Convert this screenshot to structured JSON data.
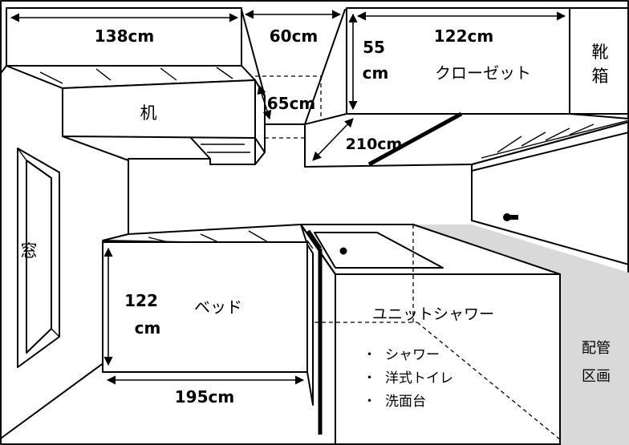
{
  "dimensions": {
    "shelf_width": "138cm",
    "upper_width": "60cm",
    "depth_65": "65cm",
    "closet_depth_num": "55",
    "closet_depth_unit": "cm",
    "closet_width": "122cm",
    "diagonal": "210cm",
    "bed_width_num": "122",
    "bed_width_unit": "cm",
    "bed_length": "195cm"
  },
  "labels": {
    "desk": "机",
    "closet": "クローゼット",
    "shoe_box_1": "靴",
    "shoe_box_2": "箱",
    "window": "窓",
    "bed": "ベッド",
    "unit_shower": "ユニットシャワー",
    "piping_1": "配管",
    "piping_2": "区画"
  },
  "amenities": [
    {
      "bullet": "・",
      "text": "シャワー"
    },
    {
      "bullet": "・",
      "text": "洋式トイレ"
    },
    {
      "bullet": "・",
      "text": "洗面台"
    }
  ]
}
